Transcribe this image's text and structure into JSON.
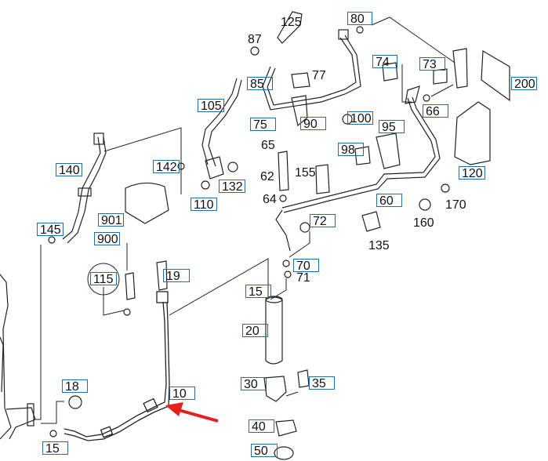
{
  "diagram": {
    "callouts": {
      "p80": "80",
      "p125": "125",
      "p87": "87",
      "p74": "74",
      "p73": "73",
      "p200": "200",
      "p85": "85",
      "p77": "77",
      "p105": "105",
      "p75": "75",
      "p90": "90",
      "p100": "100",
      "p66": "66",
      "p95": "95",
      "p65": "65",
      "p98": "98",
      "p120": "120",
      "p140": "140",
      "p142": "142",
      "p132": "132",
      "p62": "62",
      "p155": "155",
      "p110": "110",
      "p60": "60",
      "p64": "64",
      "p72": "72",
      "p170": "170",
      "p160": "160",
      "p145": "145",
      "p901": "901",
      "p900": "900",
      "p135": "135",
      "p70": "70",
      "p71": "71",
      "p115": "115",
      "p19": "19",
      "p15a": "15",
      "p20": "20",
      "p18": "18",
      "p10": "10",
      "p30": "30",
      "p35": "35",
      "p40": "40",
      "p15b": "15",
      "p50": "50"
    },
    "highlight": {
      "part": "10",
      "arrow_color": "#e8201c"
    },
    "colors": {
      "callout_border": "#1f6fa3",
      "line": "#222222"
    }
  }
}
